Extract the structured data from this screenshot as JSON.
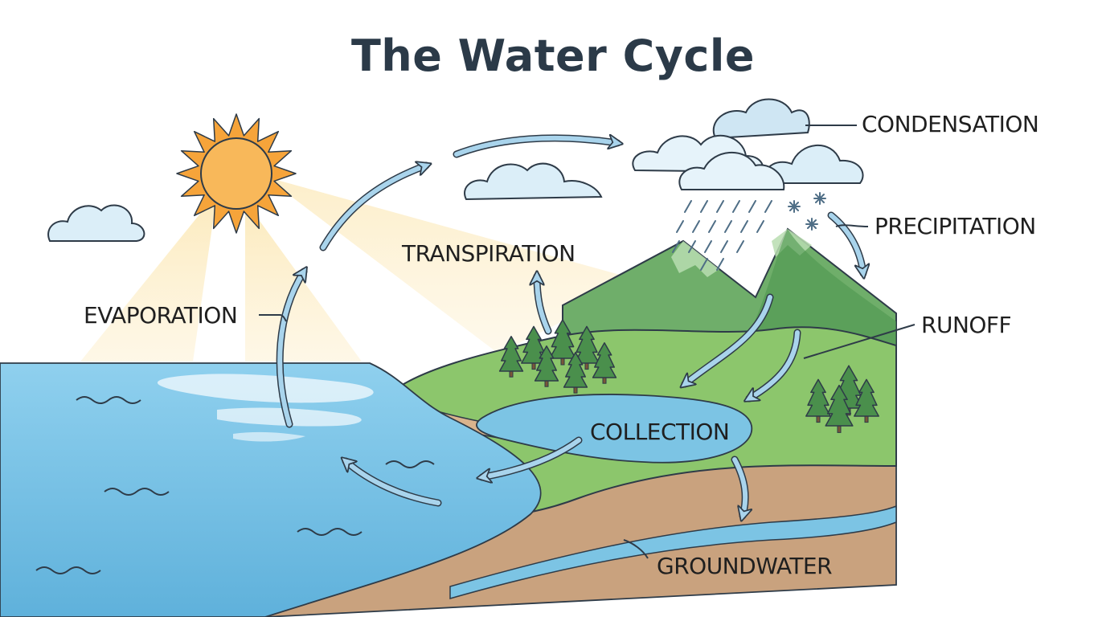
{
  "title": "The Water Cycle",
  "labels": {
    "evaporation": "EVAPORATION",
    "transpiration": "TRANSPIRATION",
    "condensation": "CONDENSATION",
    "precipitation": "PRECIPITATION",
    "runoff": "RUNOFF",
    "collection": "COLLECTION",
    "groundwater": "GROUNDWATER"
  },
  "colors": {
    "title": "#2b3a48",
    "ocean": "#7cc4e4",
    "grass": "#8cc66c",
    "mountain": "#6fae6a",
    "soil": "#c9a27e",
    "sun": "#f6b04e",
    "arrow": "#a9d4ec"
  }
}
